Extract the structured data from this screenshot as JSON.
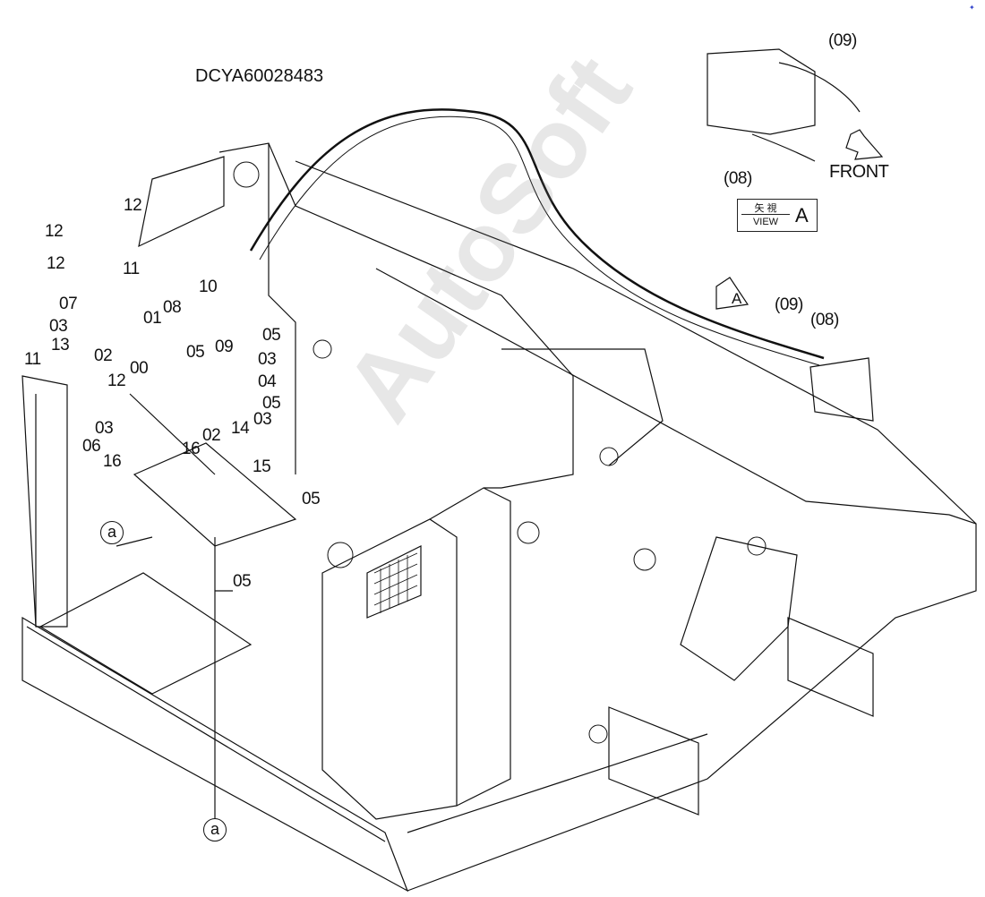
{
  "diagram_id": "DCYA60028483",
  "callouts": [
    "12",
    "12",
    "12",
    "11",
    "07",
    "03",
    "13",
    "11",
    "02",
    "00",
    "12",
    "01",
    "08",
    "10",
    "05",
    "09",
    "05",
    "03",
    "04",
    "05",
    "03",
    "06",
    "16",
    "02",
    "16",
    "14",
    "03",
    "15",
    "05",
    "05"
  ],
  "reference_marks": [
    "a",
    "a"
  ],
  "main_view_callouts": [
    "(09)",
    "(08)"
  ],
  "view_marker": "A",
  "inset": {
    "callouts": [
      "(09)",
      "(08)"
    ],
    "direction_label": "FRONT",
    "view_label_jp": "矢 視",
    "view_label_en": "VIEW",
    "view_letter": "A"
  },
  "watermark": "AutoSoft",
  "colors": {
    "line": "#111111",
    "watermark": "#b0b0b0"
  }
}
